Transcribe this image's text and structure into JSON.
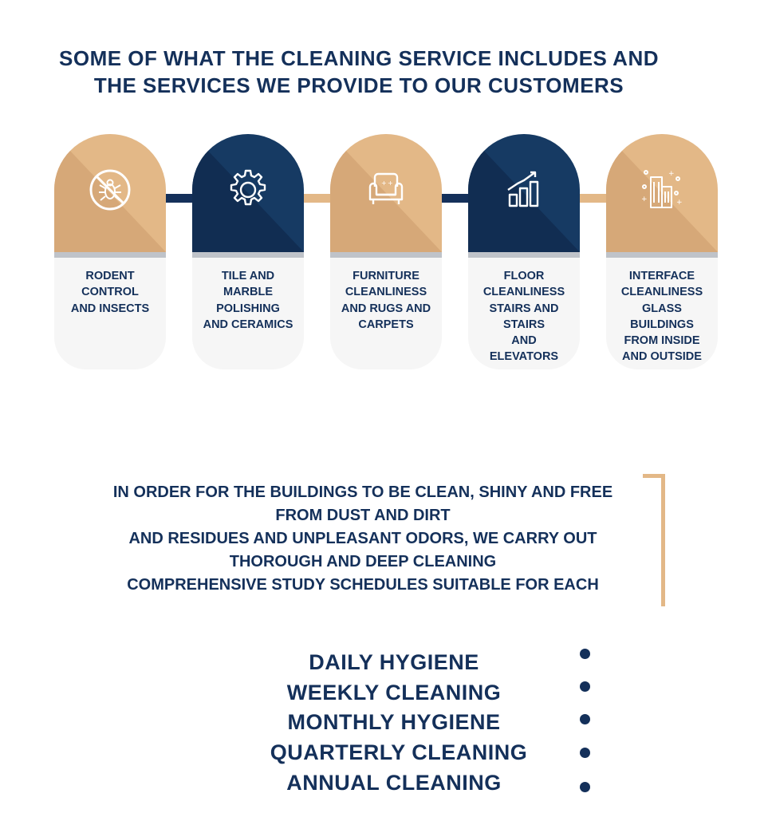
{
  "headline": {
    "line1": "SOME OF WHAT THE CLEANING SERVICE INCLUDES AND",
    "line2": "THE SERVICES WE PROVIDE TO OUR CUSTOMERS"
  },
  "colors": {
    "navy": "#14305a",
    "tan": "#e3b887",
    "card_bg": "#f6f6f6"
  },
  "services": [
    {
      "icon": "bug-prohibited-icon",
      "theme": "tan",
      "lines": [
        "RODENT",
        "CONTROL",
        "AND INSECTS"
      ]
    },
    {
      "icon": "gear-icon",
      "theme": "navy",
      "lines": [
        "TILE AND",
        "MARBLE",
        "POLISHING",
        "AND CERAMICS"
      ]
    },
    {
      "icon": "armchair-icon",
      "theme": "tan",
      "lines": [
        "FURNITURE",
        "CLEANLINESS",
        "AND RUGS AND",
        "CARPETS"
      ]
    },
    {
      "icon": "growth-chart-icon",
      "theme": "navy",
      "lines": [
        "FLOOR",
        "CLEANLINESS",
        "STAIRS AND",
        "STAIRS",
        "AND",
        "ELEVATORS"
      ]
    },
    {
      "icon": "sparkling-buildings-icon",
      "theme": "tan",
      "lines": [
        "INTERFACE",
        "CLEANLINESS",
        "GLASS",
        "BUILDINGS",
        "FROM INSIDE",
        "AND OUTSIDE"
      ]
    }
  ],
  "description": {
    "lines": [
      "IN ORDER FOR THE BUILDINGS TO BE CLEAN, SHINY AND FREE",
      "FROM DUST AND DIRT",
      "AND RESIDUES AND UNPLEASANT ODORS, WE CARRY OUT",
      "THOROUGH AND DEEP CLEANING",
      "COMPREHENSIVE STUDY SCHEDULES SUITABLE FOR EACH"
    ]
  },
  "schedule": [
    "DAILY HYGIENE",
    "WEEKLY CLEANING",
    "MONTHLY HYGIENE",
    "QUARTERLY CLEANING",
    "ANNUAL CLEANING"
  ]
}
